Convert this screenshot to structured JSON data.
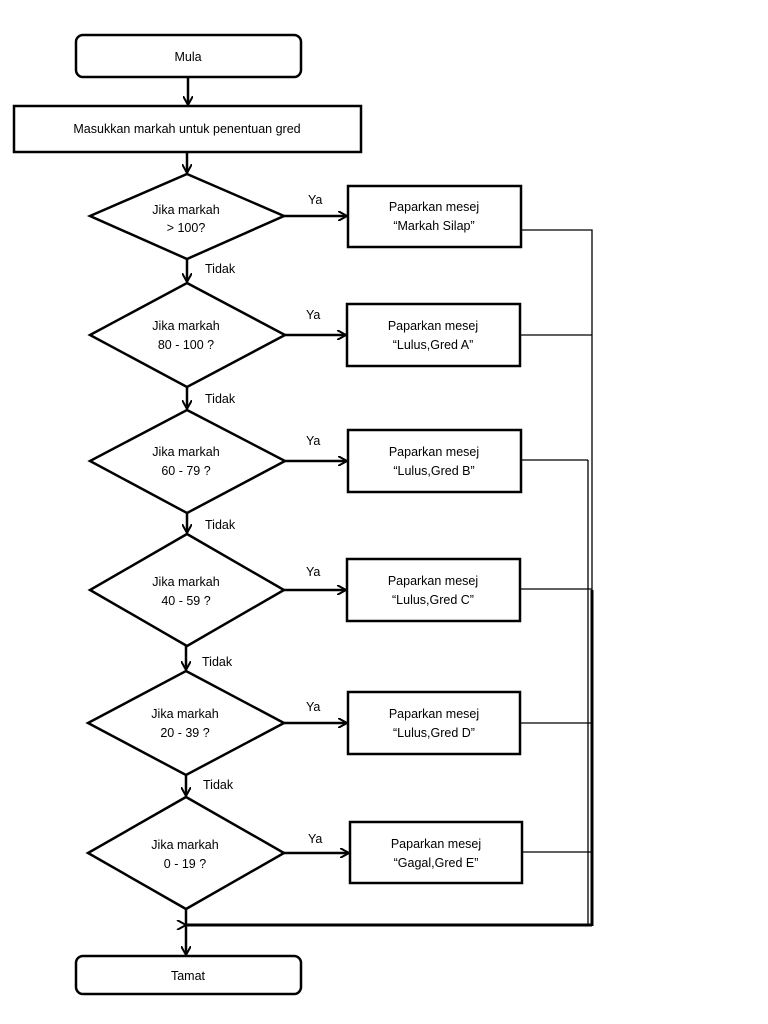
{
  "flow": {
    "start": "Mula",
    "input": "Masukkan markah untuk penentuan gred",
    "end": "Tamat",
    "yes_label": "Ya",
    "no_label": "Tidak",
    "decisions": [
      {
        "line1": "Jika markah",
        "line2": "> 100?"
      },
      {
        "line1": "Jika markah",
        "line2": "80 - 100 ?"
      },
      {
        "line1": "Jika markah",
        "line2": "60 - 79 ?"
      },
      {
        "line1": "Jika markah",
        "line2": "40 - 59 ?"
      },
      {
        "line1": "Jika markah",
        "line2": "20 - 39 ?"
      },
      {
        "line1": "Jika markah",
        "line2": "0 - 19 ?"
      }
    ],
    "outputs": [
      {
        "line1": "Paparkan mesej",
        "line2": "“Markah Silap”"
      },
      {
        "line1": "Paparkan mesej",
        "line2": "“Lulus,Gred A”"
      },
      {
        "line1": "Paparkan mesej",
        "line2": "“Lulus,Gred B”"
      },
      {
        "line1": "Paparkan mesej",
        "line2": "“Lulus,Gred C”"
      },
      {
        "line1": "Paparkan mesej",
        "line2": "“Lulus,Gred D”"
      },
      {
        "line1": "Paparkan mesej",
        "line2": "“Gagal,Gred E”"
      }
    ]
  }
}
